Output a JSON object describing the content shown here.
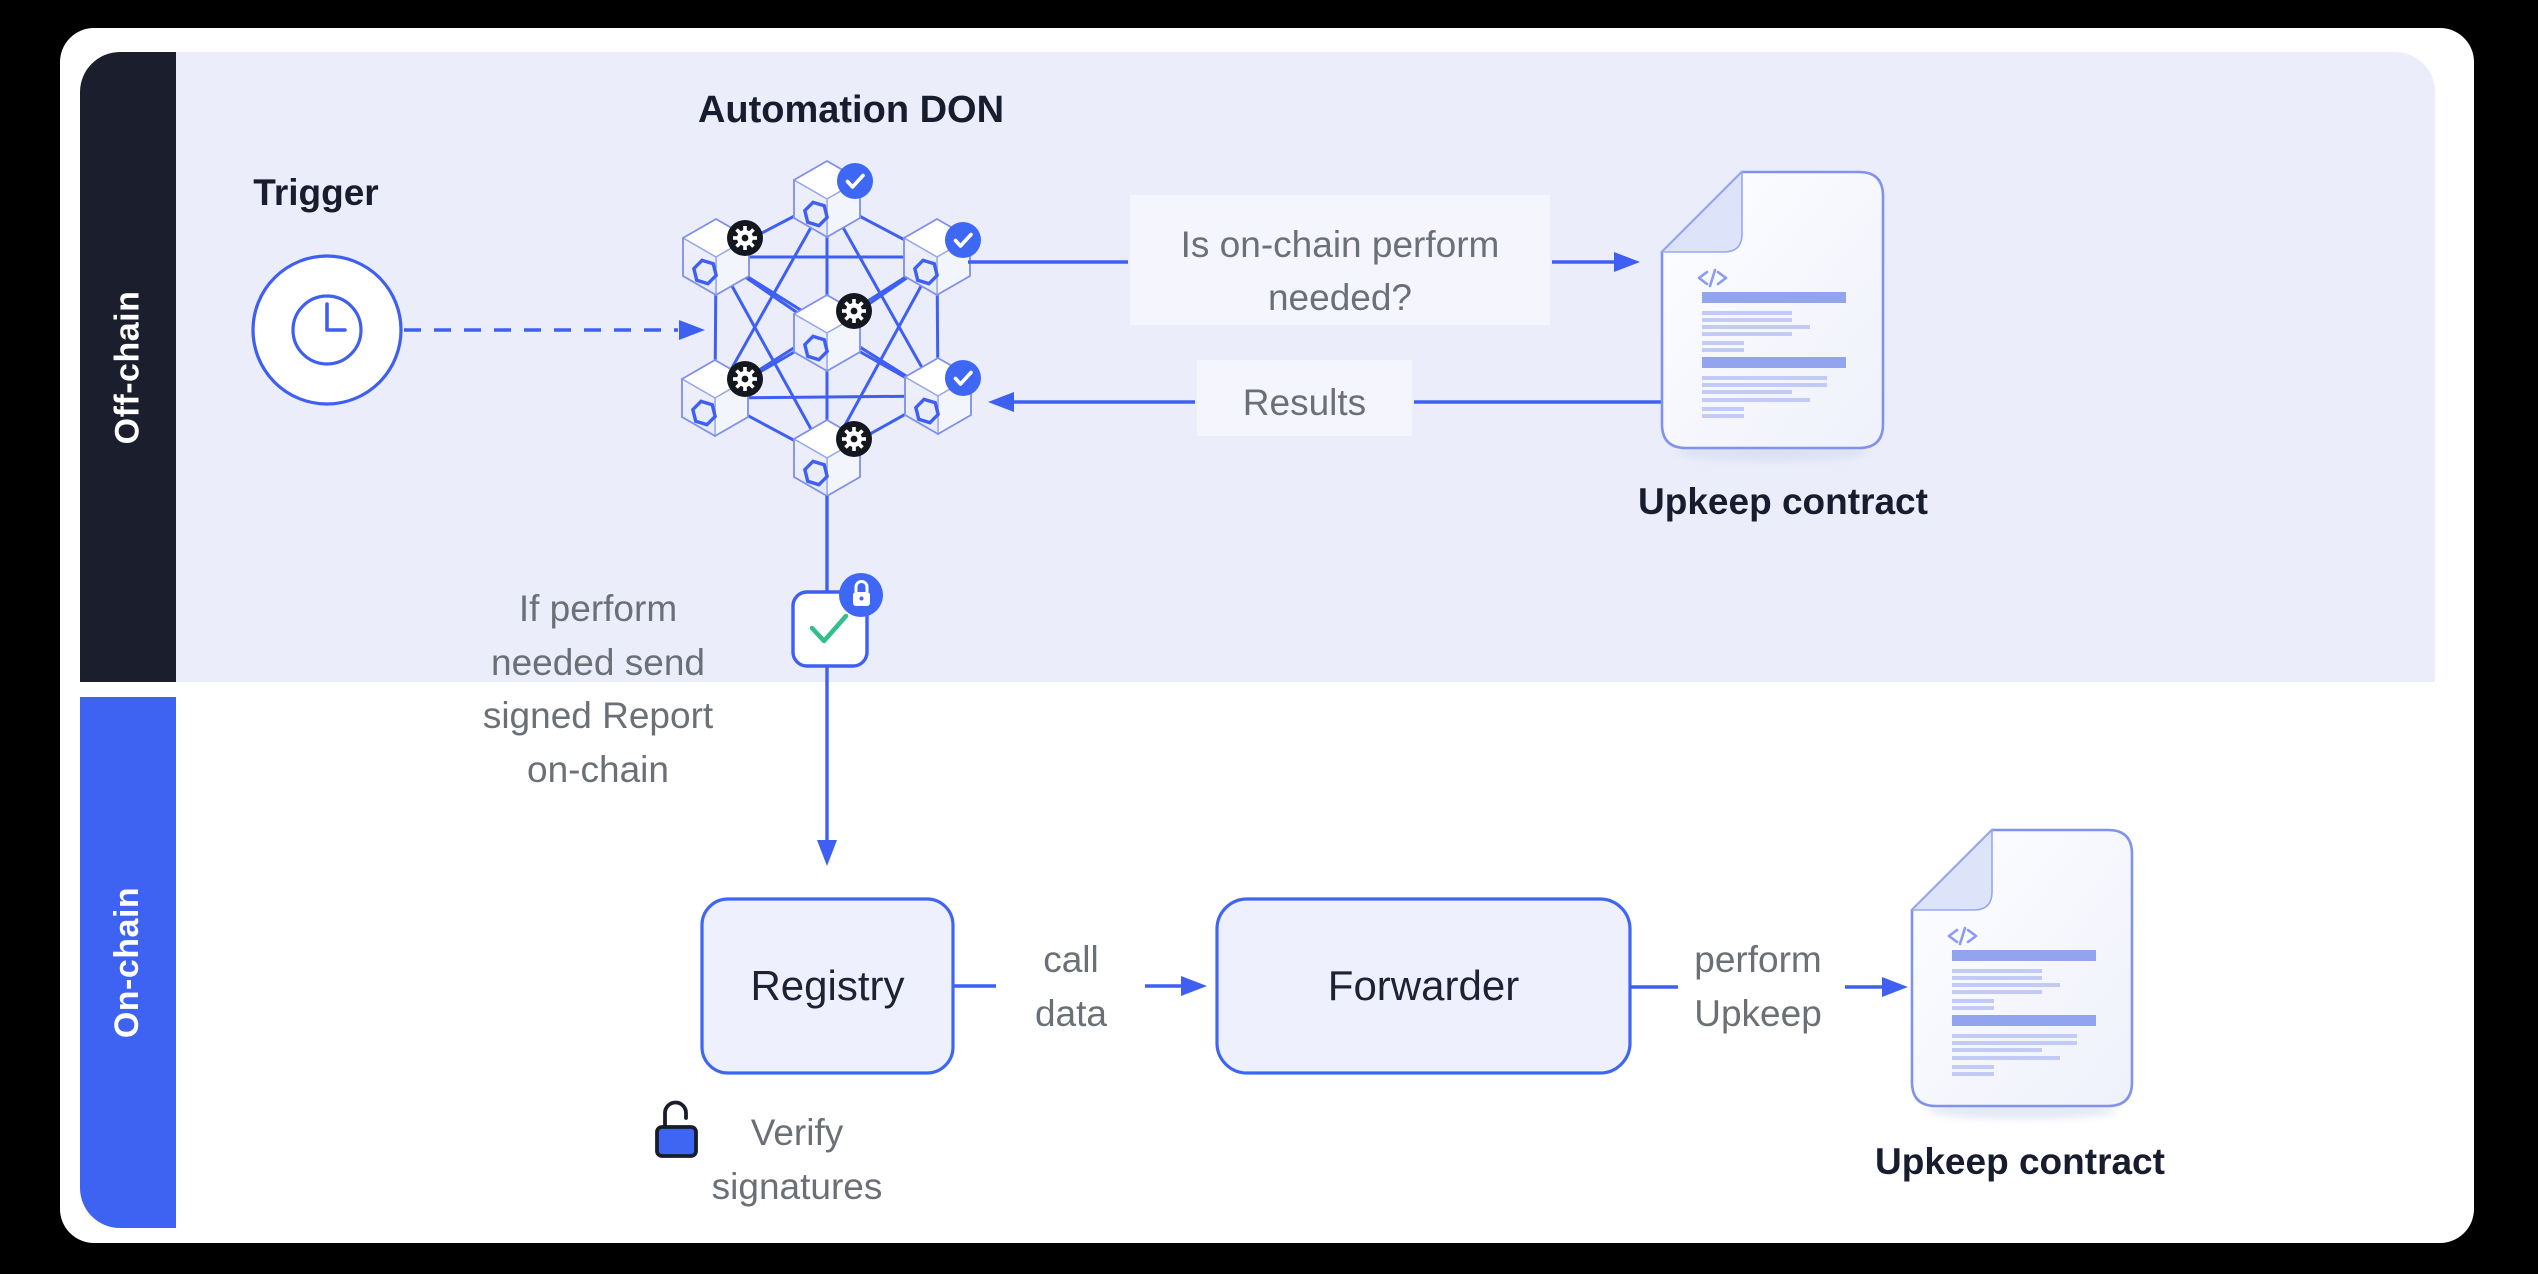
{
  "bands": {
    "off_chain": "Off-chain",
    "on_chain": "On-chain"
  },
  "don": {
    "title": "Automation DON"
  },
  "trigger": {
    "label": "Trigger"
  },
  "flow": {
    "question_line1": "Is on-chain perform",
    "question_line2": "needed?",
    "results": "Results",
    "report_lines": [
      "If perform",
      "needed send",
      "signed Report",
      "on-chain"
    ],
    "call_data_line1": "call",
    "call_data_line2": "data",
    "perform_line1": "perform",
    "perform_line2": "Upkeep",
    "verify_line1": "Verify",
    "verify_line2": "signatures"
  },
  "boxes": {
    "registry": "Registry",
    "forwarder": "Forwarder"
  },
  "contracts": {
    "top_label": "Upkeep contract",
    "bottom_label": "Upkeep contract"
  },
  "colors": {
    "accent_blue": "#3e5ff2",
    "band_blue": "#3e63f2",
    "band_dark": "#1b1f2d",
    "panel_lavender": "#ebedfa",
    "green_check": "#31c08c",
    "badge_blue": "#3e68f4",
    "badge_dark": "#15171f",
    "doc_border": "#8192ed",
    "doc_bar": "#93a4ef"
  }
}
